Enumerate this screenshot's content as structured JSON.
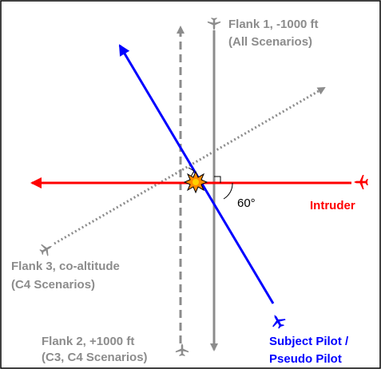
{
  "labels": {
    "flank1_line1": "Flank 1, -1000 ft",
    "flank1_line2": "(All Scenarios)",
    "flank3_line1": "Flank 3, co-altitude",
    "flank3_line2": "(C4 Scenarios)",
    "flank2_line1": "Flank 2, +1000 ft",
    "flank2_line2": "(C3, C4 Scenarios)",
    "intruder": "Intruder",
    "subject_line1": "Subject Pilot /",
    "subject_line2": "Pseudo Pilot",
    "angle": "60°"
  },
  "colors": {
    "flank": "#8c8c8c",
    "subject": "#0000ff",
    "intruder": "#ff0000",
    "collision": "#ff8c00",
    "border": "#000000"
  },
  "icons": {
    "aircraft": "airplane-icon",
    "collision": "explosion-icon"
  }
}
